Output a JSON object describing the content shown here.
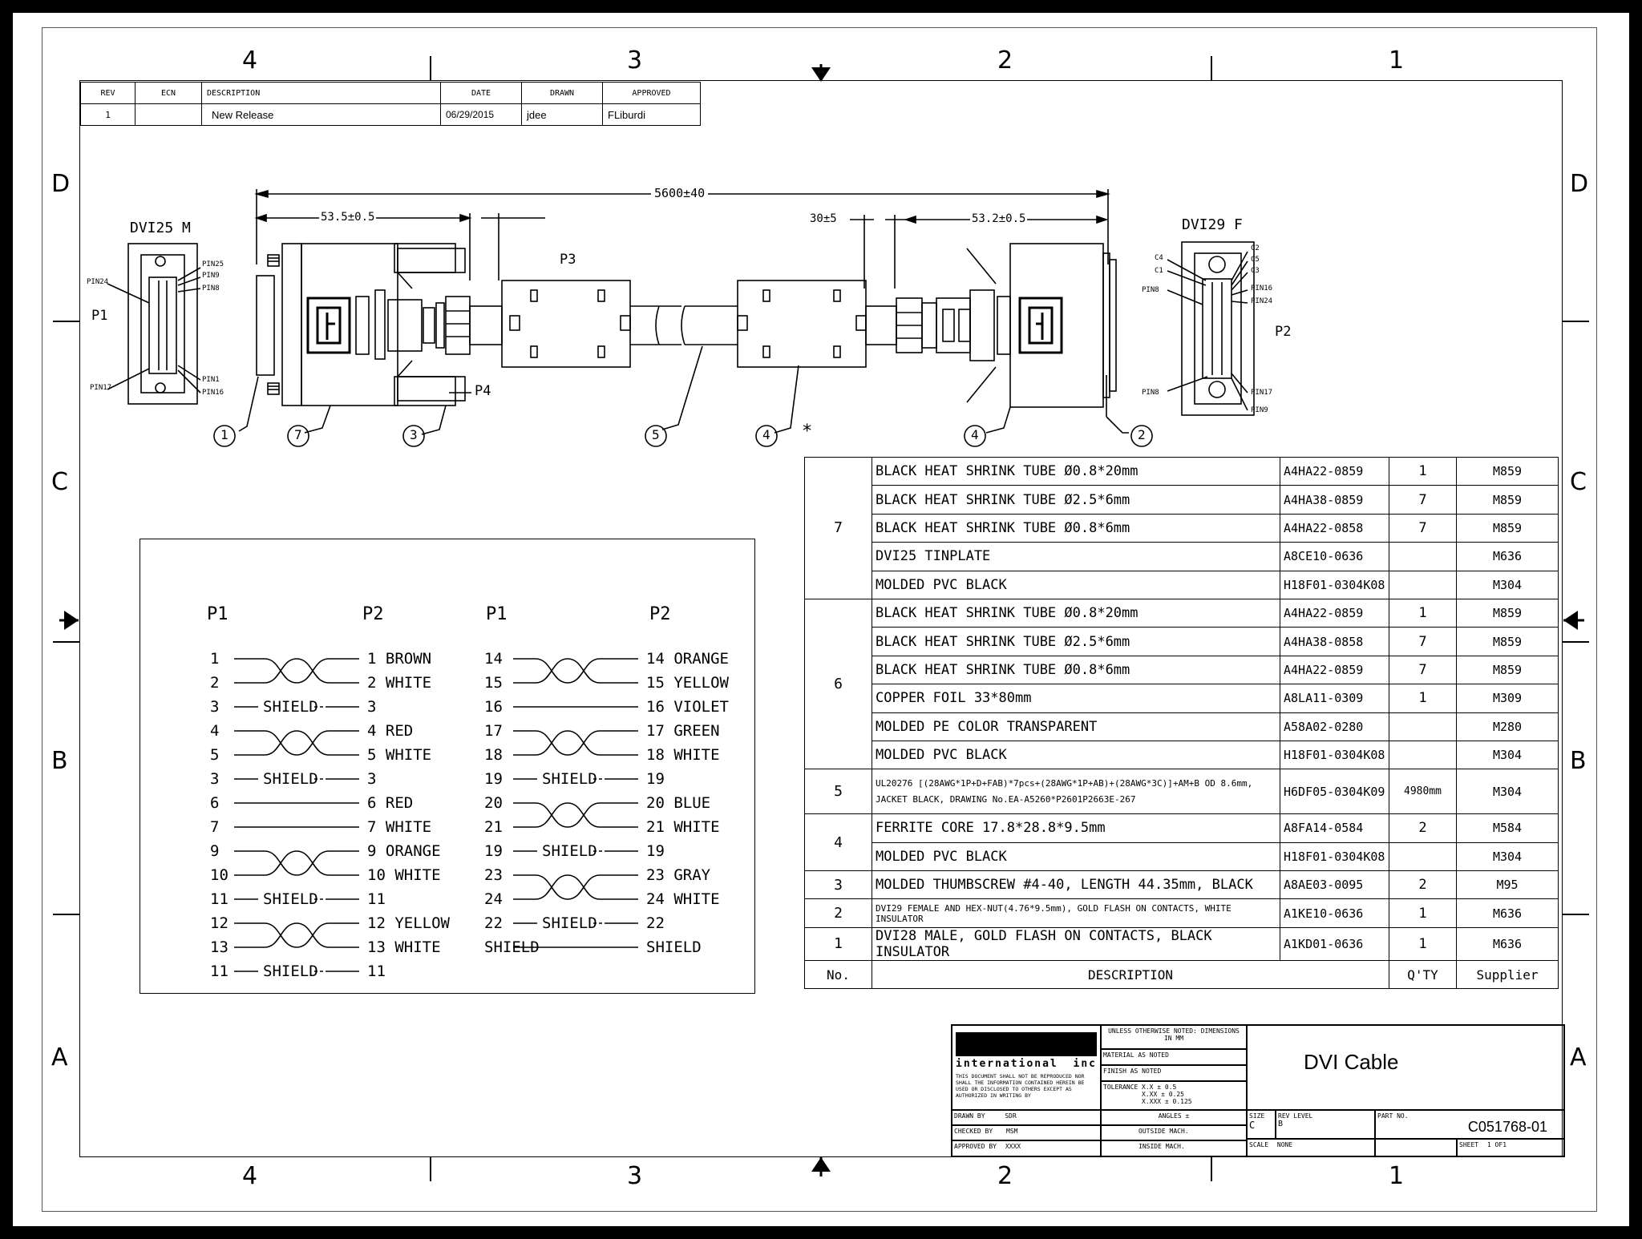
{
  "zones": {
    "columns": [
      "4",
      "3",
      "2",
      "1"
    ],
    "rows": [
      "D",
      "C",
      "B",
      "A"
    ]
  },
  "revision_block": {
    "headers": [
      "REV",
      "ECN",
      "DESCRIPTION",
      "DATE",
      "DRAWN",
      "APPROVED"
    ],
    "row": [
      "1",
      "",
      "New Release",
      "06/29/2015",
      "jdee",
      "FLiburdi"
    ]
  },
  "drawing": {
    "overall_length": "5600±40",
    "left_dim": "53.5±0.5",
    "right_dim_small": "30±5",
    "right_dim": "53.2±0.5",
    "label_p3": "P3",
    "label_p4": "P4",
    "label_p1": "P1",
    "label_p2": "P2",
    "asterisk": "*",
    "left_connector": {
      "title": "DVI25 M",
      "pins": [
        "PIN25",
        "PIN24",
        "PIN9",
        "PIN8",
        "PIN17",
        "PIN1",
        "PIN16"
      ]
    },
    "right_connector": {
      "title": "DVI29 F",
      "pins": [
        "C2",
        "C4",
        "C1",
        "C3",
        "PIN16",
        "PIN24",
        "C5",
        "PIN8",
        "PIN8",
        "PIN17",
        "PIN9"
      ]
    },
    "balloons": [
      "1",
      "7",
      "3",
      "5",
      "4",
      "4",
      "2"
    ]
  },
  "wiring": {
    "headers": [
      "P1",
      "P2",
      "P1",
      "P2"
    ],
    "left": [
      {
        "p1": "1",
        "mid": "",
        "p2": "1 BROWN",
        "twist": true
      },
      {
        "p1": "2",
        "mid": "",
        "p2": "2 WHITE",
        "twist": true
      },
      {
        "p1": "3",
        "mid": "SHIELD",
        "p2": "3",
        "twist": false
      },
      {
        "p1": "4",
        "mid": "",
        "p2": "4 RED",
        "twist": true
      },
      {
        "p1": "5",
        "mid": "",
        "p2": "5 WHITE",
        "twist": true
      },
      {
        "p1": "3",
        "mid": "SHIELD",
        "p2": "3",
        "twist": false
      },
      {
        "p1": "6",
        "mid": "",
        "p2": "6 RED",
        "twist": false
      },
      {
        "p1": "7",
        "mid": "",
        "p2": "7 WHITE",
        "twist": false
      },
      {
        "p1": "9",
        "mid": "",
        "p2": "9 ORANGE",
        "twist": true
      },
      {
        "p1": "10",
        "mid": "",
        "p2": "10 WHITE",
        "twist": true
      },
      {
        "p1": "11",
        "mid": "SHIELD",
        "p2": "11",
        "twist": false
      },
      {
        "p1": "12",
        "mid": "",
        "p2": "12 YELLOW",
        "twist": true
      },
      {
        "p1": "13",
        "mid": "",
        "p2": "13 WHITE",
        "twist": true
      },
      {
        "p1": "11",
        "mid": "SHIELD",
        "p2": "11",
        "twist": false
      }
    ],
    "right": [
      {
        "p1": "14",
        "mid": "",
        "p2": "14 ORANGE",
        "twist": true
      },
      {
        "p1": "15",
        "mid": "",
        "p2": "15 YELLOW",
        "twist": true
      },
      {
        "p1": "16",
        "mid": "",
        "p2": "16 VIOLET",
        "twist": false
      },
      {
        "p1": "17",
        "mid": "",
        "p2": "17 GREEN",
        "twist": true
      },
      {
        "p1": "18",
        "mid": "",
        "p2": "18 WHITE",
        "twist": true
      },
      {
        "p1": "19",
        "mid": "SHIELD",
        "p2": "19",
        "twist": false
      },
      {
        "p1": "20",
        "mid": "",
        "p2": "20 BLUE",
        "twist": true
      },
      {
        "p1": "21",
        "mid": "",
        "p2": "21 WHITE",
        "twist": true
      },
      {
        "p1": "19",
        "mid": "SHIELD",
        "p2": "19",
        "twist": false
      },
      {
        "p1": "23",
        "mid": "",
        "p2": "23 GRAY",
        "twist": true
      },
      {
        "p1": "24",
        "mid": "",
        "p2": "24 WHITE",
        "twist": true
      },
      {
        "p1": "22",
        "mid": "SHIELD",
        "p2": "22",
        "twist": false
      },
      {
        "p1": "SHIELD",
        "mid": "",
        "p2": "SHIELD",
        "twist": false
      }
    ]
  },
  "bom": {
    "rows": [
      {
        "item": "7",
        "span": 5,
        "desc": "BLACK HEAT SHRINK TUBE Ø0.8*20mm",
        "part": "A4HA22-0859",
        "qty": "1",
        "sup": "M859"
      },
      {
        "desc": "BLACK HEAT SHRINK TUBE Ø2.5*6mm",
        "part": "A4HA38-0859",
        "qty": "7",
        "sup": "M859"
      },
      {
        "desc": "BLACK HEAT SHRINK TUBE Ø0.8*6mm",
        "part": "A4HA22-0858",
        "qty": "7",
        "sup": "M859"
      },
      {
        "desc": "DVI25 TINPLATE",
        "part": "A8CE10-0636",
        "qty": "",
        "sup": "M636"
      },
      {
        "desc": "MOLDED PVC BLACK",
        "part": "H18F01-0304K08",
        "qty": "",
        "sup": "M304"
      },
      {
        "item": "6",
        "span": 6,
        "desc": "BLACK HEAT SHRINK TUBE Ø0.8*20mm",
        "part": "A4HA22-0859",
        "qty": "1",
        "sup": "M859"
      },
      {
        "desc": "BLACK HEAT SHRINK TUBE Ø2.5*6mm",
        "part": "A4HA38-0858",
        "qty": "7",
        "sup": "M859"
      },
      {
        "desc": "BLACK HEAT SHRINK TUBE Ø0.8*6mm",
        "part": "A4HA22-0859",
        "qty": "7",
        "sup": "M859"
      },
      {
        "desc": "COPPER FOIL 33*80mm",
        "part": "A8LA11-0309",
        "qty": "1",
        "sup": "M309"
      },
      {
        "desc": "MOLDED PE COLOR TRANSPARENT",
        "part": "A58A02-0280",
        "qty": "",
        "sup": "M280"
      },
      {
        "desc": "MOLDED PVC BLACK",
        "part": "H18F01-0304K08",
        "qty": "",
        "sup": "M304"
      },
      {
        "item": "5",
        "span": 1,
        "tall": true,
        "desc": "UL20276 [(28AWG*1P+D+FAB)*7pcs+(28AWG*1P+AB)+(28AWG*3C)]+AM+B OD 8.6mm, JACKET BLACK, DRAWING No.EA-A5260*P2601P2663E-267",
        "part": "H6DF05-0304K09",
        "qty": "4980mm",
        "sup": "M304"
      },
      {
        "item": "4",
        "span": 2,
        "desc": "FERRITE CORE 17.8*28.8*9.5mm",
        "part": "A8FA14-0584",
        "qty": "2",
        "sup": "M584"
      },
      {
        "desc": "MOLDED PVC BLACK",
        "part": "H18F01-0304K08",
        "qty": "",
        "sup": "M304"
      },
      {
        "item": "3",
        "span": 1,
        "desc": "MOLDED THUMBSCREW #4-40, LENGTH 44.35mm, BLACK",
        "part": "A8AE03-0095",
        "qty": "2",
        "sup": "M95"
      },
      {
        "item": "2",
        "span": 1,
        "desc": "DVI29 FEMALE AND HEX-NUT(4.76*9.5mm), GOLD FLASH ON CONTACTS, WHITE INSULATOR",
        "part": "A1KE10-0636",
        "qty": "1",
        "sup": "M636"
      },
      {
        "item": "1",
        "span": 1,
        "desc": "DVI28 MALE, GOLD FLASH ON CONTACTS, BLACK INSULATOR",
        "part": "A1KD01-0636",
        "qty": "1",
        "sup": "M636"
      }
    ],
    "footer": [
      "No.",
      "DESCRIPTION",
      "Q'TY",
      "Supplier"
    ]
  },
  "title_block": {
    "company": "international",
    "company_suffix": "inc",
    "title": "DVI Cable",
    "part_no_label": "PART NO.",
    "part_no": "C051768-01",
    "size_label": "SIZE",
    "size": "C",
    "rev_level_label": "REV LEVEL",
    "rev_level": "B",
    "scale_label": "SCALE",
    "scale": "NONE",
    "sheet_label": "SHEET",
    "sheet": "1 OF1",
    "units_note": "UNLESS OTHERWISE NOTED: DIMENSIONS IN MM",
    "material_label": "MATERIAL",
    "material": "AS NOTED",
    "finish_label": "FINISH",
    "finish": "AS NOTED",
    "drawn_label": "DRAWN BY",
    "drawn": "SDR",
    "checked_label": "CHECKED BY",
    "checked": "MSM",
    "approved_label": "APPROVED BY",
    "approved": "XXXX",
    "angle_label": "ANGLES ±",
    "tol_label": "TOLERANCE",
    "tol": "X.X ± 0.5\nX.XX ± 0.25\nX.XXX ± 0.125",
    "outside_label": "OUTSIDE MACH.",
    "inside_label": "INSIDE MACH.",
    "confidential": "THIS DOCUMENT SHALL NOT BE REPRODUCED NOR SHALL THE INFORMATION CONTAINED HEREIN BE USED OR DISCLOSED TO OTHERS EXCEPT AS AUTHORIZED IN WRITING BY"
  }
}
